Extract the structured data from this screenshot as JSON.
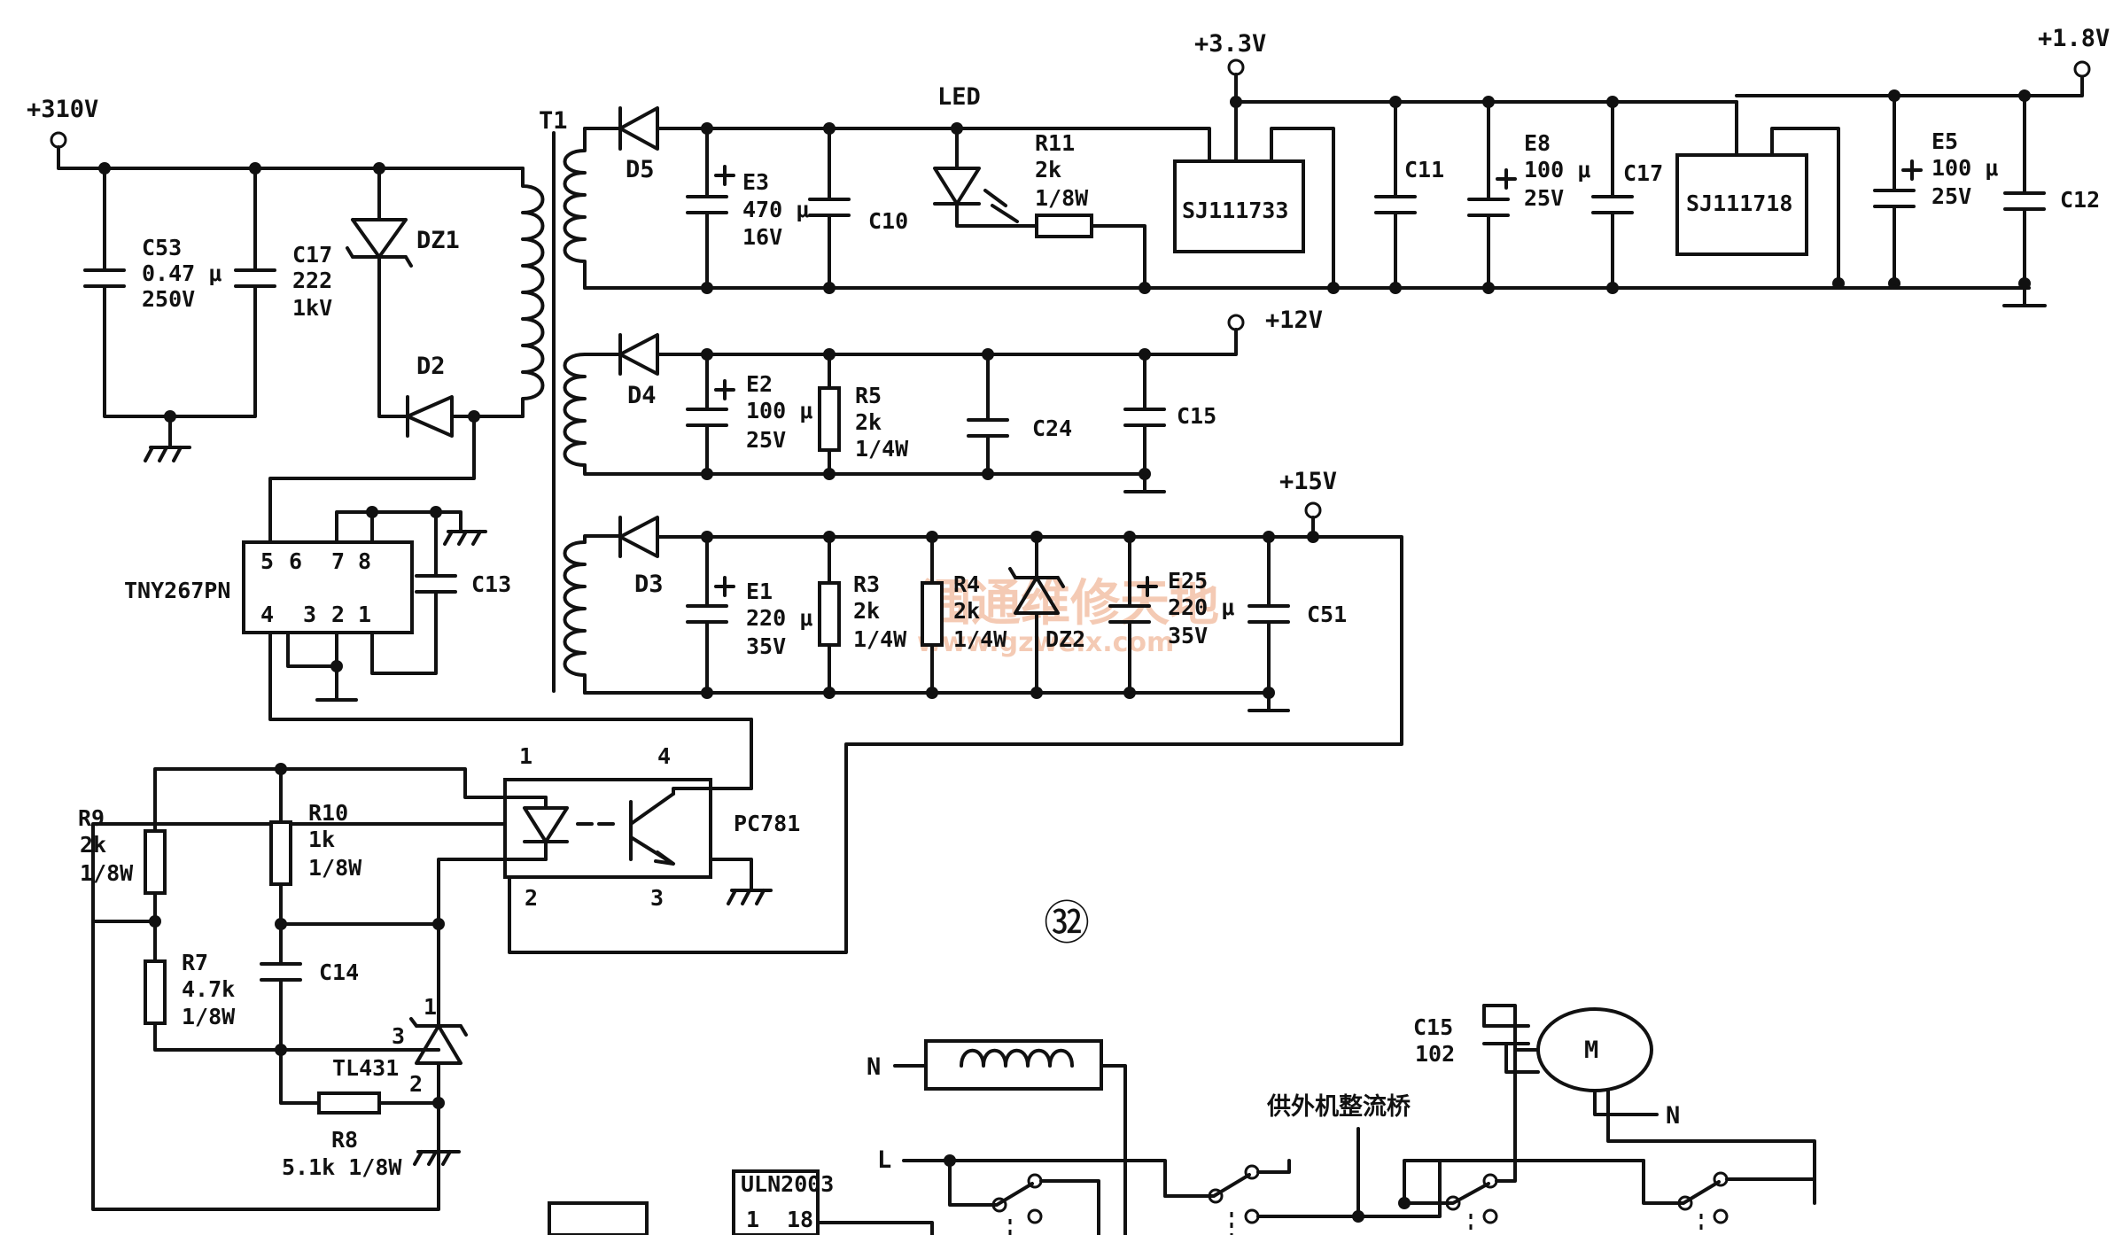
{
  "figure_number": "㉜",
  "watermark": {
    "cn": "涠通维修天地",
    "url": "www.gzweix.com"
  },
  "rails": {
    "in_310": "+310V",
    "out_3v3": "+3.3V",
    "out_1v8": "+1.8V",
    "out_12": "+12V",
    "out_15": "+15V"
  },
  "transformer": "T1",
  "components": {
    "C53": [
      "C53",
      "0.47 μ",
      "250V"
    ],
    "C17a": [
      "C17",
      "222",
      "1kV"
    ],
    "DZ1": "DZ1",
    "D2": "D2",
    "D5": "D5",
    "D4": "D4",
    "D3": "D3",
    "E3": [
      "E3",
      "470 μ",
      "16V"
    ],
    "C10": "C10",
    "LED": "LED",
    "R11": [
      "R11",
      "2k",
      "1/8W"
    ],
    "SJ111733": "SJ111733",
    "C11": "C11",
    "E8": [
      "E8",
      "100 μ",
      "25V"
    ],
    "C17b": "C17",
    "SJ111718": "SJ111718",
    "E5": [
      "E5",
      "100 μ",
      "25V"
    ],
    "C12": "C12",
    "E2": [
      "E2",
      "100 μ",
      "25V"
    ],
    "R5": [
      "R5",
      "2k",
      "1/4W"
    ],
    "C24": "C24",
    "C15a": "C15",
    "TNY267PN": "TNY267PN",
    "tny_pins_top": [
      "5",
      "6",
      "7",
      "8"
    ],
    "tny_pins_bot": [
      "4",
      "3",
      "2",
      "1"
    ],
    "C13": "C13",
    "E1": [
      "E1",
      "220 μ",
      "35V"
    ],
    "R3": [
      "R3",
      "2k",
      "1/4W"
    ],
    "R4": [
      "R4",
      "2k",
      "1/4W"
    ],
    "DZ2": "DZ2",
    "E25": [
      "E25",
      "220 μ",
      "35V"
    ],
    "C51": "C51",
    "PC781": "PC781",
    "pc_pins": [
      "1",
      "4",
      "2",
      "3"
    ],
    "R9": [
      "R9",
      "2k",
      "1/8W"
    ],
    "R10": [
      "R10",
      "1k",
      "1/8W"
    ],
    "R7": [
      "R7",
      "4.7k",
      "1/8W"
    ],
    "C14": "C14",
    "TL431": "TL431",
    "tl_pins": [
      "1",
      "3",
      "2"
    ],
    "R8": [
      "R8",
      "5.1k 1/8W"
    ],
    "C15b": [
      "C15",
      "102"
    ],
    "motor": "M",
    "N1": "N",
    "L": "L",
    "N2": "N",
    "bridge_note": "供外机整流桥",
    "ULN2003": "ULN2003",
    "uln_pins": [
      "1",
      "18"
    ]
  }
}
